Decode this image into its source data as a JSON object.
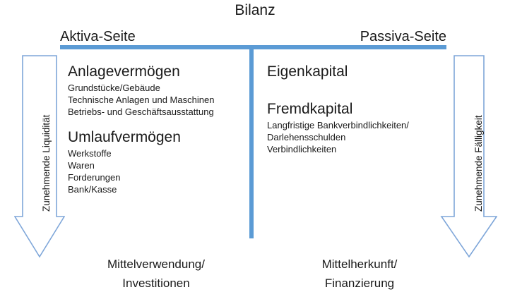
{
  "diagram": {
    "title": "Bilanz",
    "accent_color": "#5B9BD5",
    "arrow_outline_color": "#7EA6D9",
    "text_color": "#1a1a1a"
  },
  "columns": {
    "left": {
      "header": "Aktiva-Seite",
      "groups": [
        {
          "heading": "Anlagevermögen",
          "lines": [
            "Grundstücke/Gebäude",
            "Technische Anlagen und Maschinen",
            "Betriebs- und Geschäftsausstattung"
          ]
        },
        {
          "heading": "Umlaufvermögen",
          "lines": [
            "Werkstoffe",
            "Waren",
            "Forderungen",
            "Bank/Kasse"
          ]
        }
      ],
      "footer_line1": "Mittelverwendung/",
      "footer_line2": "Investitionen"
    },
    "right": {
      "header": "Passiva-Seite",
      "groups": [
        {
          "heading": "Eigenkapital",
          "lines": []
        },
        {
          "heading": "Fremdkapital",
          "lines": [
            "Langfristige Bankverbindlichkeiten/",
            "Darlehensschulden",
            "Verbindlichkeiten"
          ]
        }
      ],
      "footer_line1": "Mittelherkunft/",
      "footer_line2": "Finanzierung"
    }
  },
  "arrows": {
    "left": {
      "label": "Zunehmende Liquidität",
      "direction": "down"
    },
    "right": {
      "label": "Zunehmende Fälligkeit",
      "direction": "down"
    }
  }
}
